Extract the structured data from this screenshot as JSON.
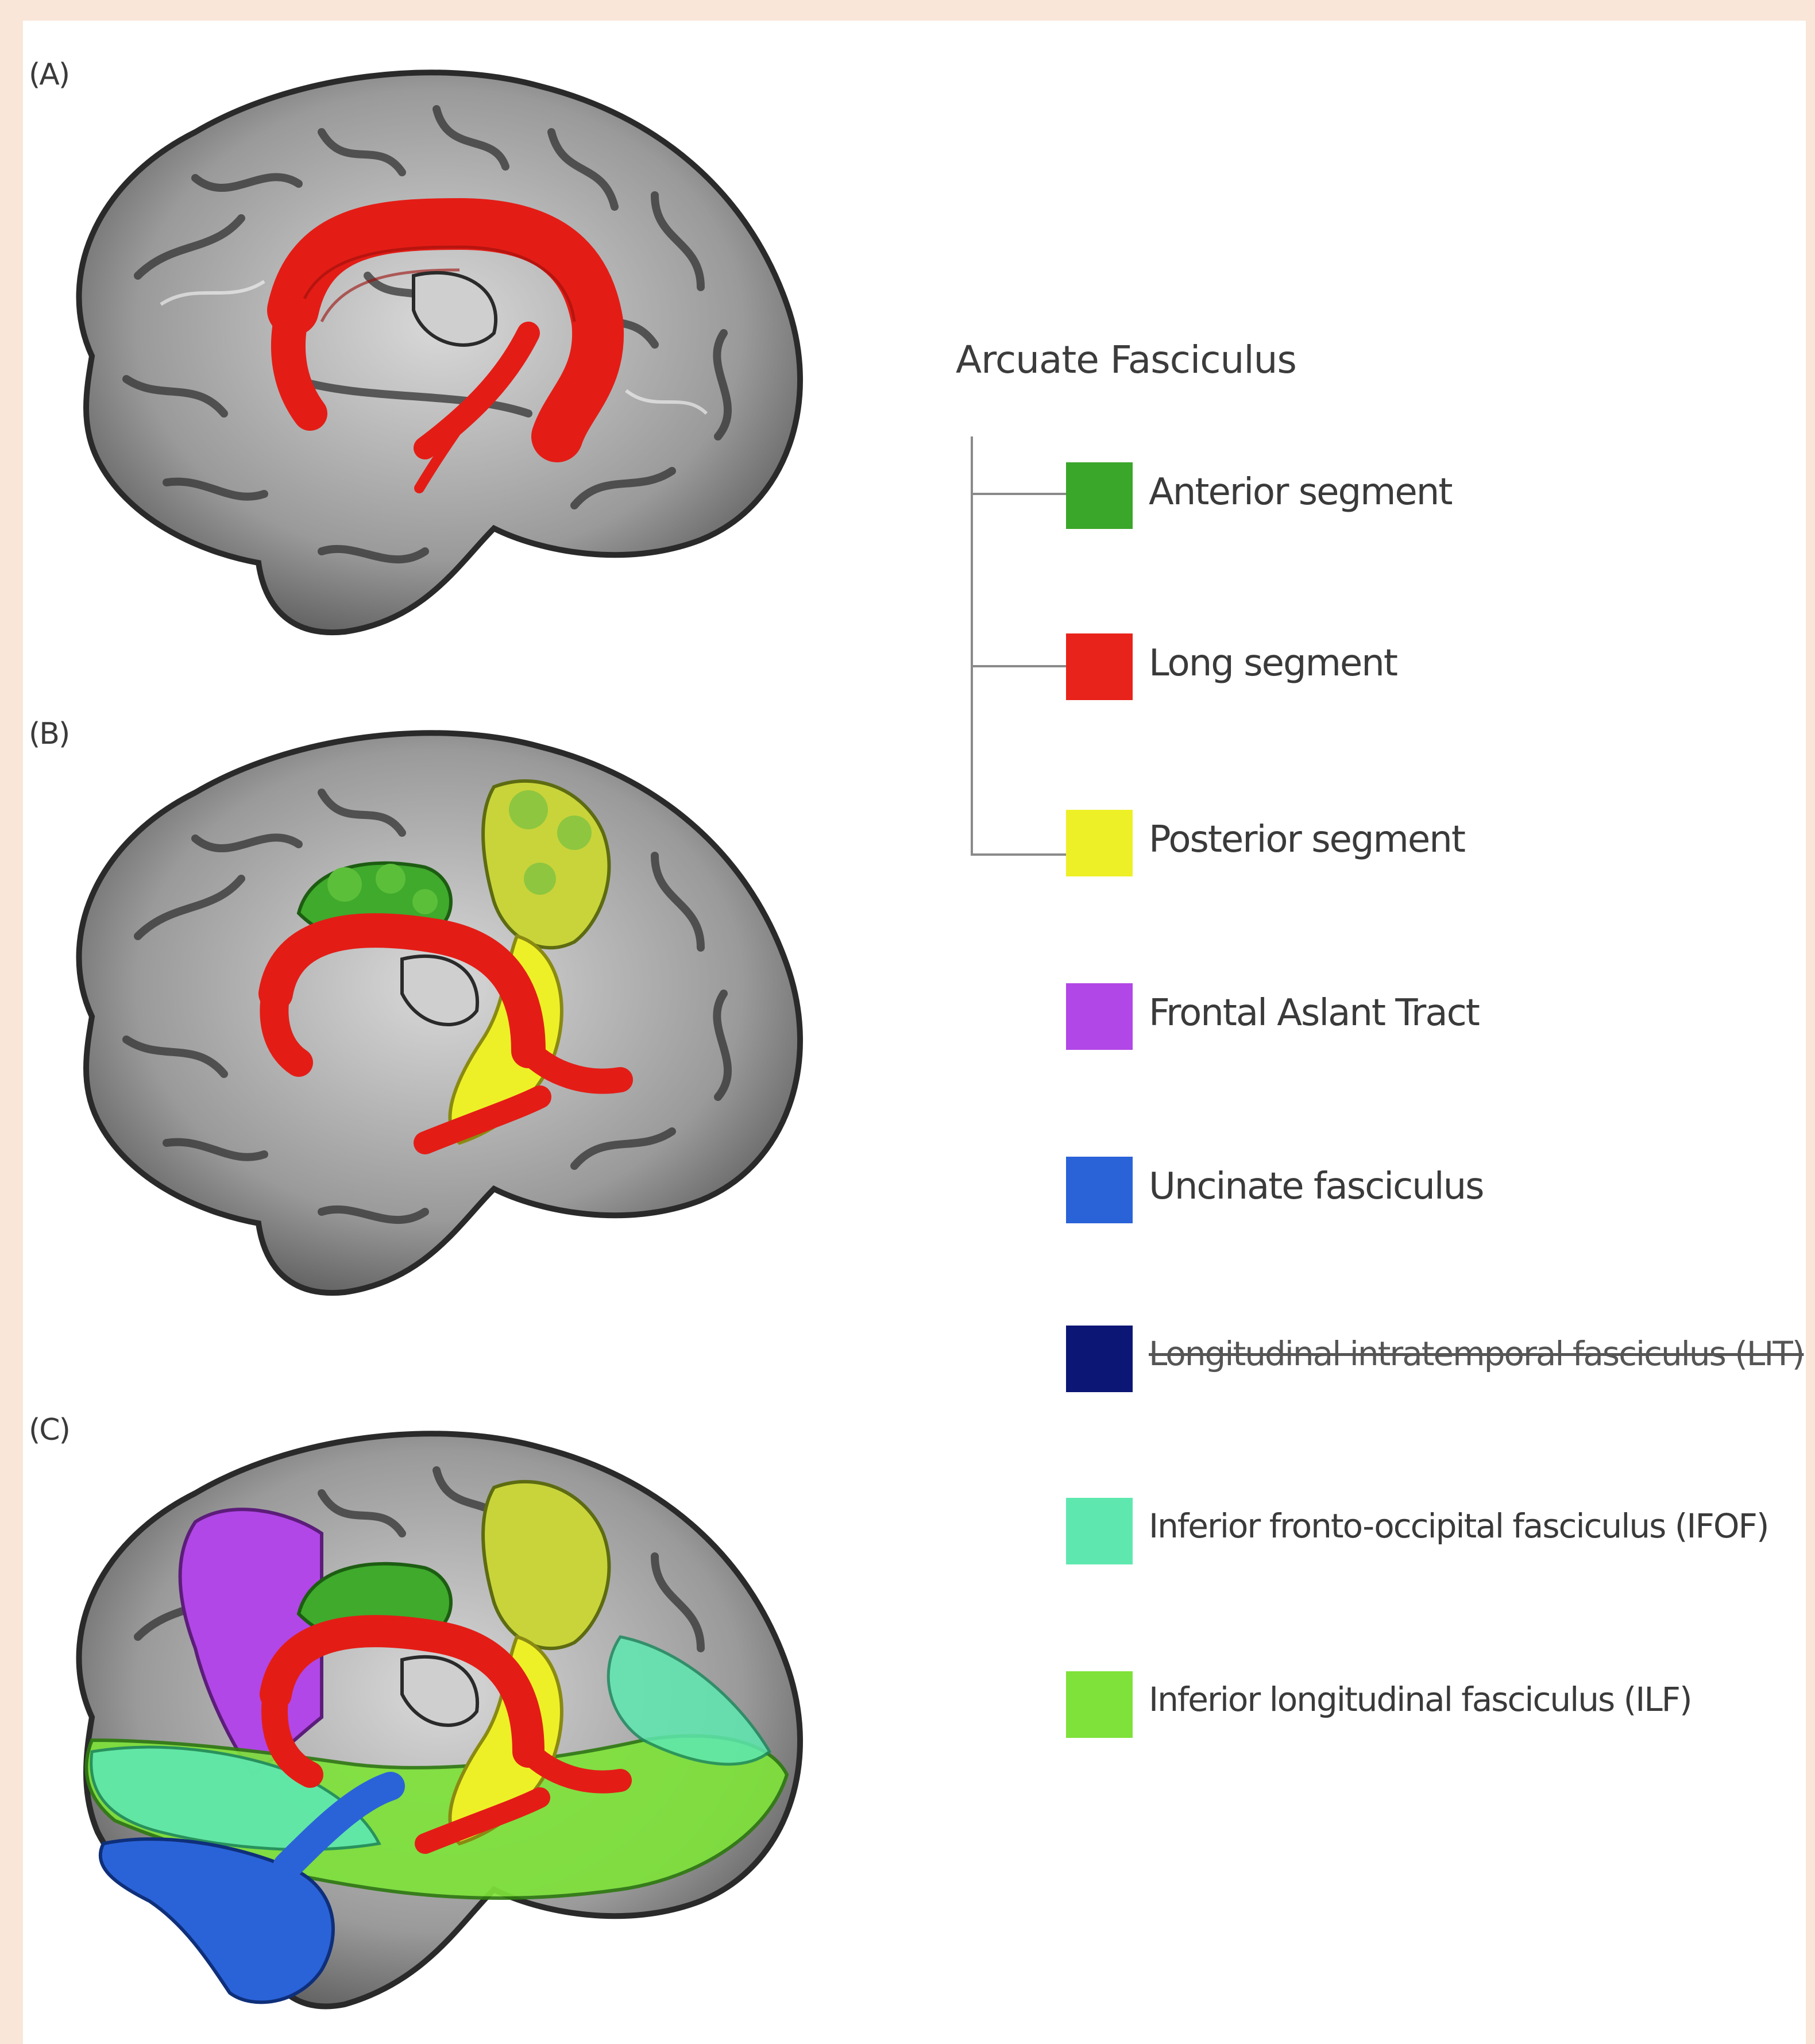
{
  "panels": [
    {
      "label": "(A)"
    },
    {
      "label": "(B)"
    },
    {
      "label": "(C)"
    }
  ],
  "legend": {
    "title": "Arcuate Fasciculus",
    "items": [
      {
        "label": "Anterior segment",
        "color": "#3aa62a"
      },
      {
        "label": "Long segment",
        "color": "#e8231b"
      },
      {
        "label": "Posterior segment",
        "color": "#eef027"
      },
      {
        "label": "Frontal Aslant Tract",
        "color": "#b147e6"
      },
      {
        "label": "Uncinate fasciculus",
        "color": "#2a63d8"
      },
      {
        "label": "Longitudinal intratemporal fasciculus (LIT)",
        "color": "#0c1675",
        "struck_through": true
      },
      {
        "label": "Inferior fronto-occipital fasciculus (IFOF)",
        "color": "#5ee8b0"
      },
      {
        "label": "Inferior longitudinal fasciculus (ILF)",
        "color": "#7ee23a"
      }
    ]
  }
}
